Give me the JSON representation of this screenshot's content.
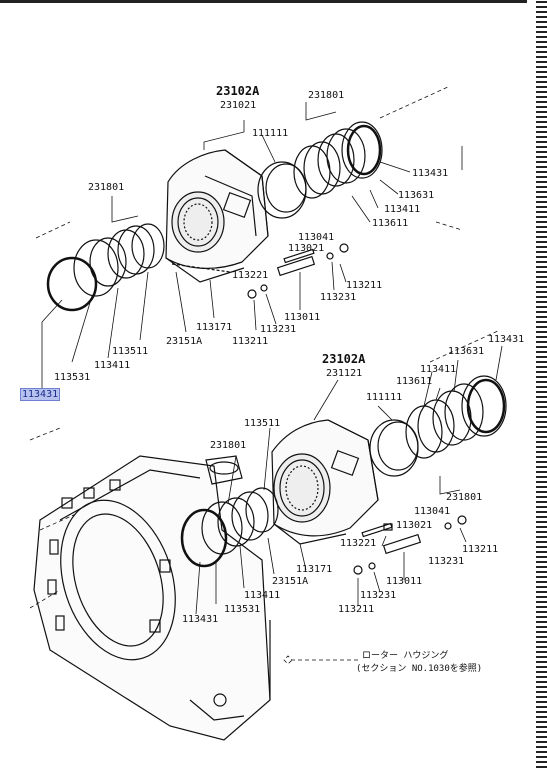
{
  "upper_assembly": {
    "housing_code": "23102A",
    "housing_sub": "231021",
    "rings_right_group": "231801",
    "rings_left_group": "231801",
    "parts": {
      "p111111": "111111",
      "p113431_r": "113431",
      "p113631": "113631",
      "p113411_r": "113411",
      "p113611": "113611",
      "p113041": "113041",
      "p113021": "113021",
      "p113221": "113221",
      "p113211_r": "113211",
      "p113231_r": "113231",
      "p113011": "113011",
      "p113231_b": "113231",
      "p113211_b": "113211",
      "p113171": "113171",
      "p23151A": "23151A",
      "p113511": "113511",
      "p113411_l": "113411",
      "p113531": "113531",
      "p113431_sel": "113431"
    }
  },
  "lower_assembly": {
    "housing_code": "23102A",
    "housing_sub": "231121",
    "rings_group": "231801",
    "rings_left_group": "231801",
    "parts": {
      "p113431_tr": "113431",
      "p113631": "113631",
      "p113411": "113411",
      "p113611": "113611",
      "p111111": "111111",
      "p113511": "113511",
      "p113041": "113041",
      "p113021": "113021",
      "p113211_r": "113211",
      "p113221": "113221",
      "p113231_r": "113231",
      "p113011": "113011",
      "p113231_b": "113231",
      "p113211_b": "113211",
      "p113171": "113171",
      "p23151A": "23151A",
      "p113411_b": "113411",
      "p113531": "113531",
      "p113431_b": "113431"
    }
  },
  "note": {
    "line1": "ローター ハウジング",
    "line2": "(セクション NO.1030を参照)"
  },
  "colors": {
    "ink": "#111111",
    "highlight": "#b7c3ee"
  }
}
